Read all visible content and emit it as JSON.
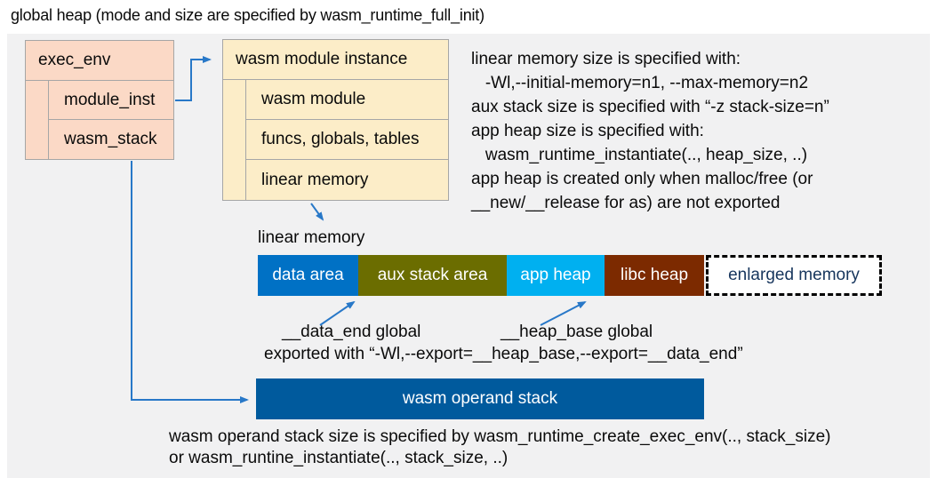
{
  "title": "global heap (mode and size are specified by wasm_runtime_full_init)",
  "colors": {
    "arrow": "#2878c8",
    "panel_bg": "#f1f1f2",
    "exec_env_fill": "#fbd9c6",
    "module_instance_fill": "#fcedc8",
    "box_border": "#a6a6a6",
    "operand_stack_fill": "#005a9d"
  },
  "exec_env_box": {
    "header": "exec_env",
    "rows": [
      "module_inst",
      "wasm_stack"
    ]
  },
  "module_instance_box": {
    "header": "wasm module instance",
    "rows": [
      "wasm module",
      "funcs, globals, tables",
      "linear memory"
    ]
  },
  "notes": {
    "lines": [
      "linear memory size is specified with:",
      "   -Wl,--initial-memory=n1, --max-memory=n2",
      "aux stack size is specified with “-z stack-size=n”",
      "app heap size is specified with:",
      "   wasm_runtime_instantiate(.., heap_size, ..)",
      "app heap is created only when malloc/free (or",
      "__new/__release for as) are not exported"
    ]
  },
  "linear_memory": {
    "label": "linear memory",
    "segments": [
      {
        "label": "data area",
        "fill": "#0071c5",
        "text_color": "#ffffff"
      },
      {
        "label": "aux stack area",
        "fill": "#6b6d00",
        "text_color": "#ffffff"
      },
      {
        "label": "app heap",
        "fill": "#00b0f0",
        "text_color": "#ffffff"
      },
      {
        "label": "libc heap",
        "fill": "#7c2a00",
        "text_color": "#ffffff"
      },
      {
        "label": "enlarged memory",
        "fill": "#ffffff",
        "text_color": "#17365d"
      }
    ],
    "annotations": {
      "data_end": "__data_end global",
      "heap_base": "__heap_base global",
      "exported": "exported with “-Wl,--export=__heap_base,--export=__data_end”"
    }
  },
  "operand_stack": {
    "label": "wasm operand stack",
    "notes": [
      "wasm operand stack size is specified by wasm_runtime_create_exec_env(.., stack_size)",
      "or wasm_runtine_instantiate(.., stack_size, ..)"
    ]
  }
}
